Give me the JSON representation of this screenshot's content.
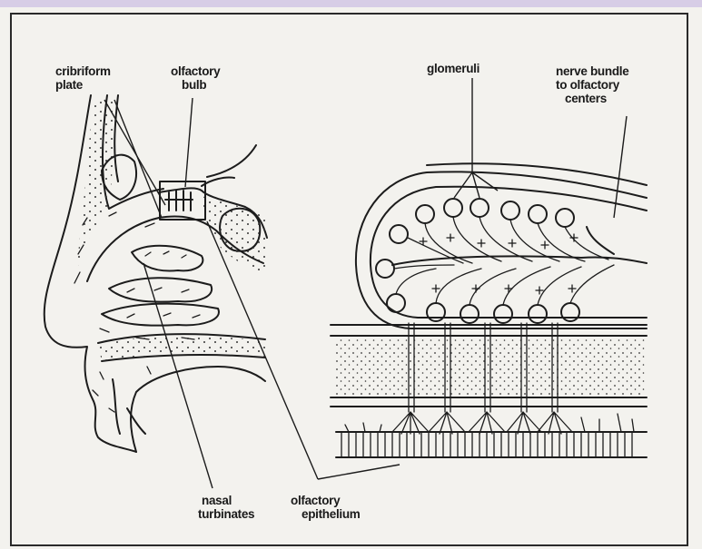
{
  "labels": {
    "cribriform_plate": [
      "cribriform",
      "plate"
    ],
    "olfactory_bulb": [
      "olfactory",
      "bulb"
    ],
    "glomeruli": [
      "glomeruli"
    ],
    "nerve_bundle": [
      "nerve bundle",
      "to olfactory",
      "centers"
    ],
    "nasal_turbinates": [
      "nasal",
      "turbinates"
    ],
    "olfactory_epithelium": [
      "olfactory",
      "epithelium"
    ]
  },
  "colors": {
    "paper": "#f3f2ee",
    "band": "#d7cde6",
    "ink": "#1c1c1c"
  }
}
